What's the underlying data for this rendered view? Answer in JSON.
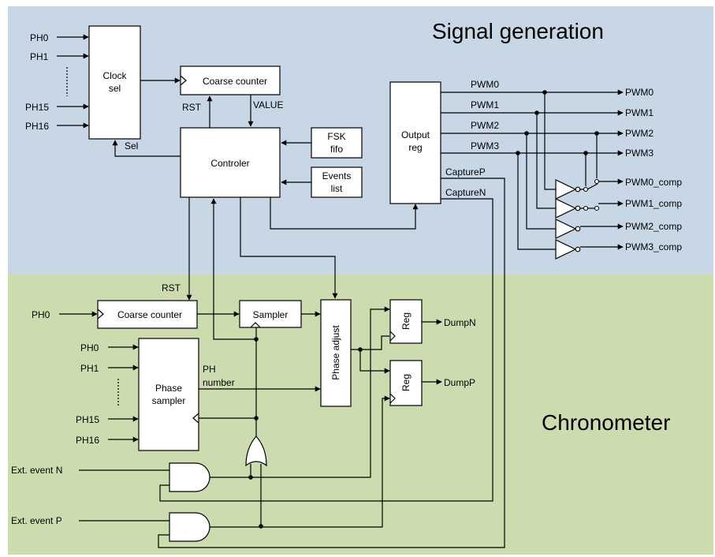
{
  "sections": {
    "top_title": "Signal generation",
    "bottom_title": "Chronometer",
    "top_color": "#c8d7e6",
    "bottom_color": "#ccdcae"
  },
  "signal_generation": {
    "inputs": [
      "PH0",
      "PH1",
      "PH15",
      "PH16"
    ],
    "clock_sel": [
      "Clock",
      "sel"
    ],
    "sel_label": "Sel",
    "coarse_counter": "Coarse counter",
    "rst_label": "RST",
    "value_label": "VALUE",
    "controller": "Controler",
    "fsk_fifo": [
      "FSK",
      "fifo"
    ],
    "events_list": [
      "Events",
      "list"
    ],
    "output_reg": [
      "Output",
      "reg"
    ],
    "pwm_lines": [
      "PWM0",
      "PWM1",
      "PWM2",
      "PWM3"
    ],
    "capture_p": "CaptureP",
    "capture_n": "CaptureN",
    "outputs": [
      "PWM0",
      "PWM1",
      "PWM2",
      "PWM3"
    ],
    "comp_outputs": [
      "PWM0_comp",
      "PWM1_comp",
      "PWM2_comp",
      "PWM3_comp"
    ]
  },
  "chronometer": {
    "ph0_input": "PH0",
    "rst_label": "RST",
    "coarse_counter": "Coarse counter",
    "sampler": "Sampler",
    "phase_adjust": "Phase adjust",
    "phase_sampler_inputs": [
      "PH0",
      "PH1",
      "PH15",
      "PH16"
    ],
    "phase_sampler": [
      "Phase",
      "sampler"
    ],
    "ph_number": [
      "PH",
      "number"
    ],
    "reg": "Reg",
    "dump_n": "DumpN",
    "dump_p": "DumpP",
    "ext_event_n": "Ext. event N",
    "ext_event_p": "Ext. event P"
  }
}
